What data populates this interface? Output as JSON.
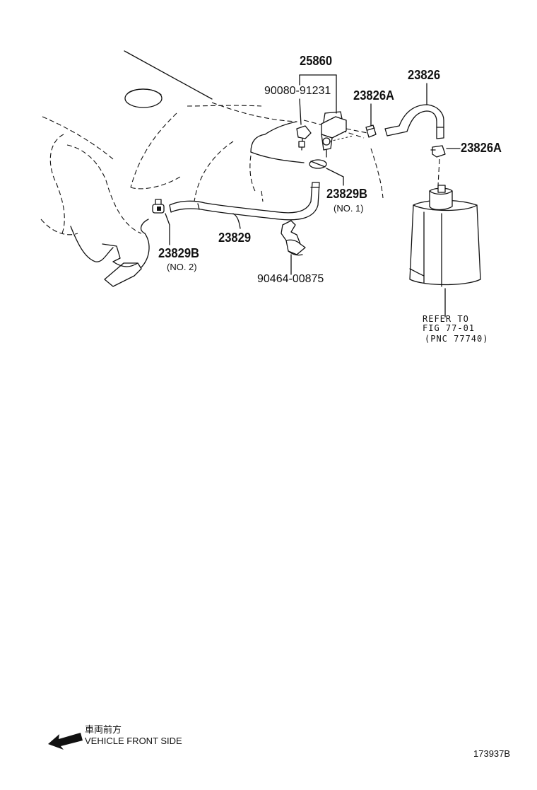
{
  "parts": {
    "p25860": "25860",
    "p90080": "90080-91231",
    "p23826": "23826",
    "p23826a_top": "23826A",
    "p23826a_right": "23826A",
    "p23829b_1": "23829B",
    "p23829b_1_note": "(NO. 1)",
    "p23829": "23829",
    "p23829b_2": "23829B",
    "p23829b_2_note": "(NO. 2)",
    "p90464": "90464-00875"
  },
  "refer": {
    "line1": "REFER TO",
    "line2": "FIG 77-01",
    "line3": "(PNC 77740)"
  },
  "footer": {
    "japanese": "車両前方",
    "english": "VEHICLE FRONT SIDE",
    "figure_id": "173937B"
  }
}
